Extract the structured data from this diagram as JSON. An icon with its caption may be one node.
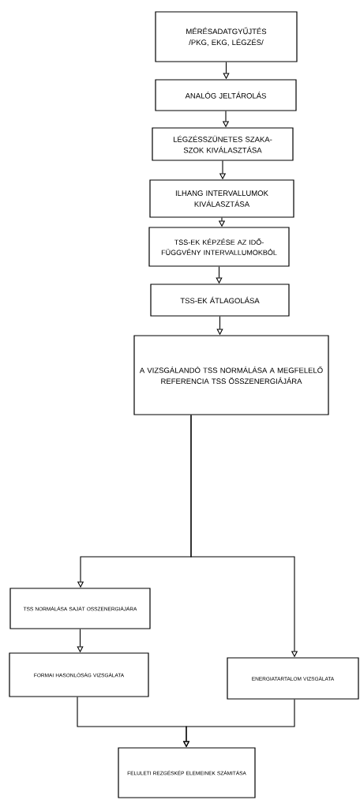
{
  "diagram": {
    "nodes": [
      {
        "text": [
          "MÉRÉSADATGYŰJTÉS /PKG, EKG, LÉGZÉS/"
        ]
      },
      {
        "text": [
          "ANALÓG JELTÁROLÁS"
        ]
      },
      {
        "text": [
          "LÉGZÉSSZÜNETES SZAKA-SZOK KIVÁLASZTÁSA"
        ]
      },
      {
        "text": [
          "ILHANG INTERVALLUMOK KIVÁLASZTÁSA"
        ]
      },
      {
        "text": [
          "TSS-EK KÉPZÉSE AZ IDŐ-FÜGGVÉNY INTERVALLUMOKBÓL"
        ]
      },
      {
        "text": [
          "TSS-EK ÁTLAGOLÁSA"
        ]
      },
      {
        "text": [
          "A VIZSGÁLANDÓ TSS NORMÁLÁSA A MEGFELELŐ REFERENCIA TSS ÖSSZENERGIÁJÁRA"
        ]
      },
      {
        "text": [
          "TSS NORMÁLÁSA SAJÁT OSSZENERGIÁJÁRA"
        ]
      },
      {
        "text": [
          "FORMAI HASONLÓSÁG VIZSGÁLATA"
        ]
      },
      {
        "text": [
          "ENERGIATARTALOM VIZSGÁLATA"
        ]
      },
      {
        "text": [
          "FELULETI REZGÉSKÉP ELEMEINEK SZÁMITÁSA"
        ]
      }
    ],
    "edges": [
      {
        "from": 0,
        "to": 1,
        "arrow": "to"
      },
      {
        "from": 1,
        "to": 2,
        "arrow": "to"
      },
      {
        "from": 2,
        "to": 3,
        "arrow": "to"
      },
      {
        "from": 3,
        "to": 4,
        "arrow": "to"
      },
      {
        "from": 4,
        "to": 5,
        "arrow": "to"
      },
      {
        "from": 5,
        "to": 6,
        "arrow": "to"
      },
      {
        "from": 6,
        "to": 7,
        "arrow": "to"
      },
      {
        "from": 6,
        "to": 9,
        "arrow": "to"
      },
      {
        "from": 7,
        "to": 8,
        "arrow": "to"
      },
      {
        "from": 8,
        "to": 10,
        "arrow": "to"
      },
      {
        "from": 9,
        "to": 10,
        "arrow": "to"
      }
    ]
  }
}
